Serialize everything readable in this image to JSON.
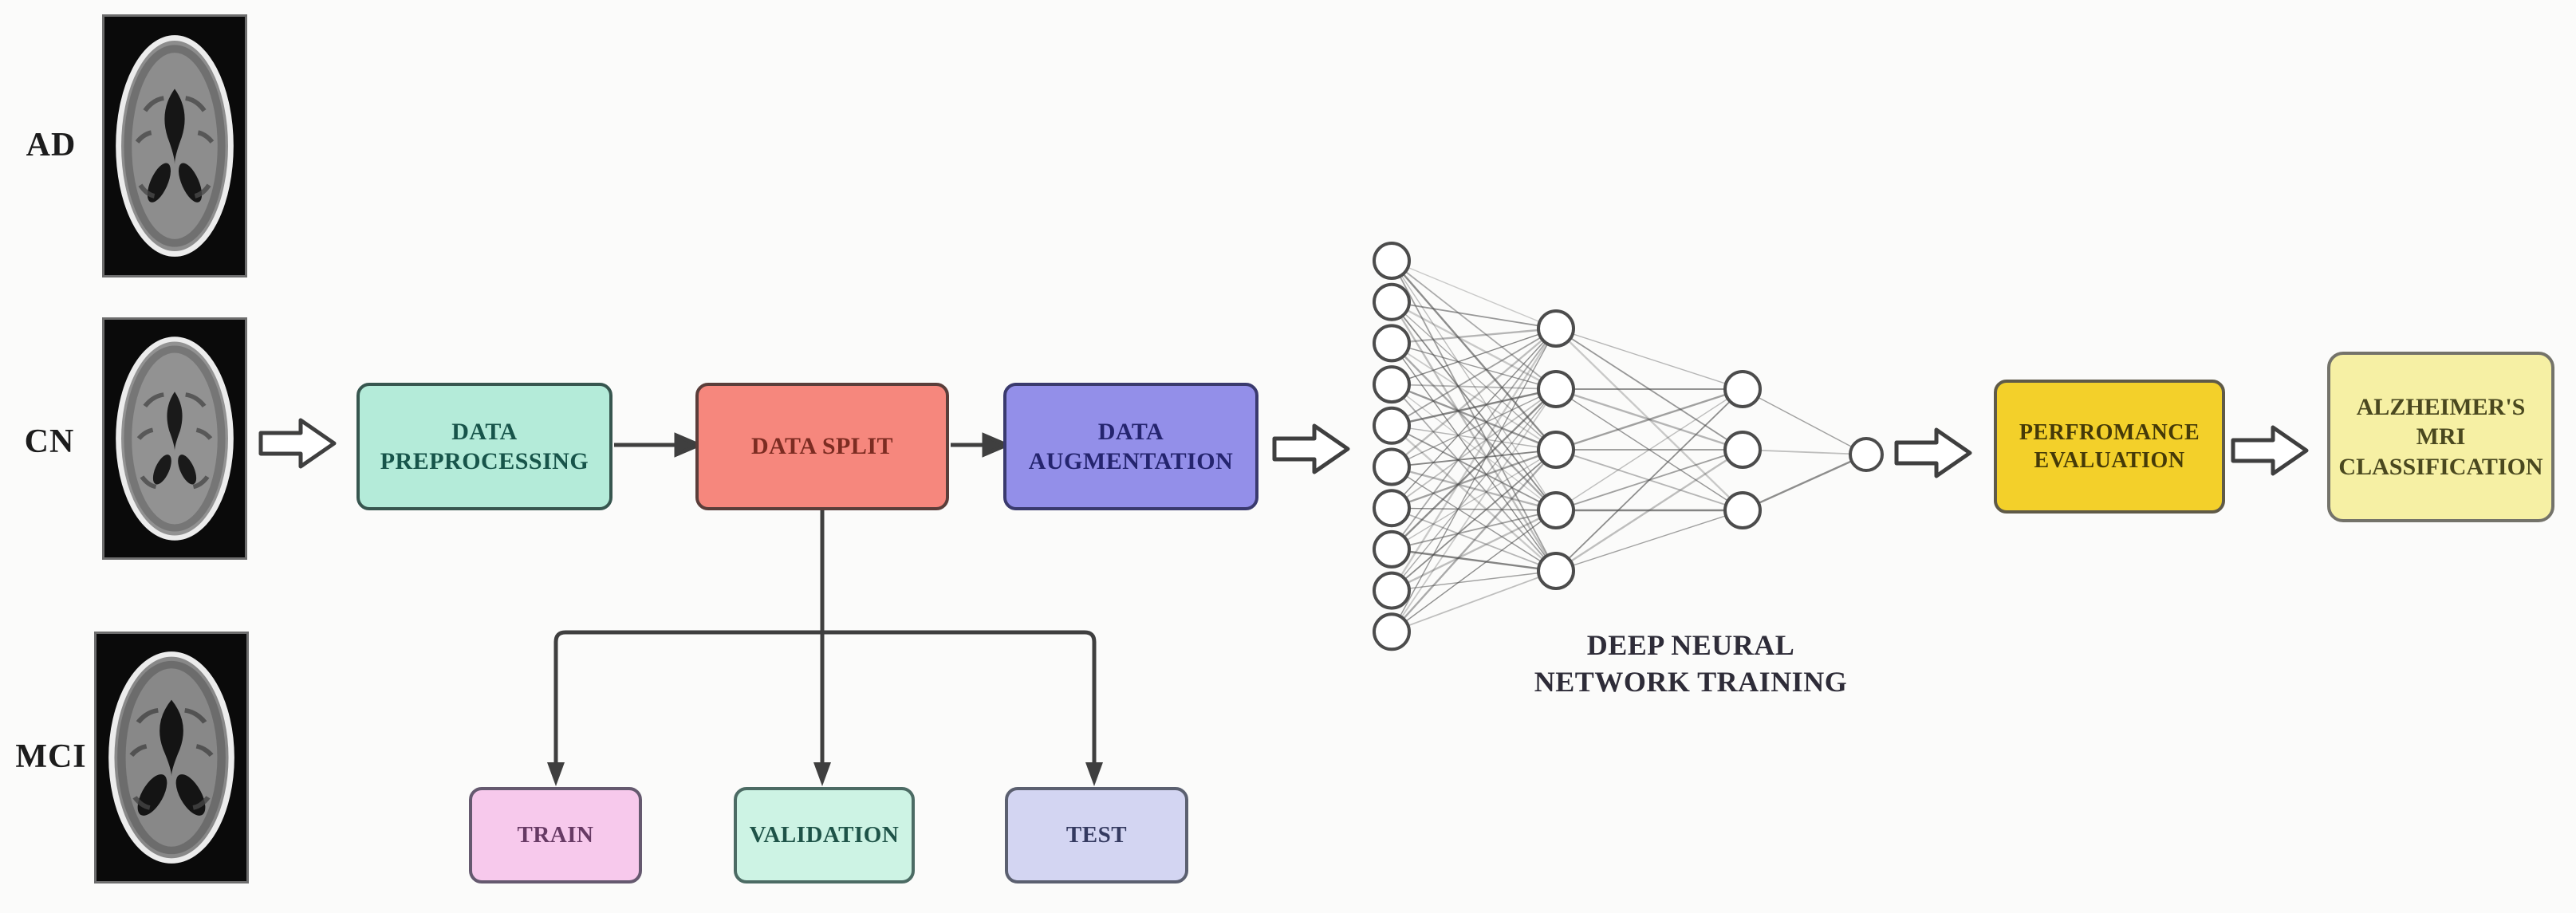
{
  "classes": {
    "ad": "AD",
    "cn": "CN",
    "mci": "MCI"
  },
  "boxes": {
    "preprocessing": {
      "label": "DATA PREPROCESSING",
      "fill": "#b4ebd9",
      "border": "#37564f",
      "text": "#17544a"
    },
    "split": {
      "label": "DATA SPLIT",
      "fill": "#f6877d",
      "border": "#5a3e3a",
      "text": "#7c2c22"
    },
    "augmentation": {
      "label": "DATA AUGMENTATION",
      "fill": "#938fe9",
      "border": "#3a3a6e",
      "text": "#24246e"
    },
    "train": {
      "label": "TRAIN",
      "fill": "#f7c9ec",
      "border": "#65596f",
      "text": "#673a64"
    },
    "validation": {
      "label": "VALIDATION",
      "fill": "#cdf3e4",
      "border": "#4c6b64",
      "text": "#1e5348"
    },
    "test": {
      "label": "TEST",
      "fill": "#d3d5f2",
      "border": "#5b6070",
      "text": "#343a60"
    },
    "evaluation": {
      "label": "PERFROMANCE EVALUATION",
      "fill": "#f3d02a",
      "border": "#5f5a48",
      "text": "#453a08"
    },
    "classification": {
      "label": "ALZHEIMER'S MRI CLASSIFICATION",
      "fill": "#f6f0a4",
      "border": "#74736a",
      "text": "#4a481f"
    }
  },
  "network": {
    "caption": "DEEP NEURAL\nNETWORK TRAINING",
    "layers": [
      10,
      5,
      3,
      1
    ],
    "node_fill": "#ffffff",
    "node_stroke": "#4c4c4c",
    "link_color": "#4a4a4a"
  },
  "arrows": {
    "color": "#3f3f3f"
  }
}
